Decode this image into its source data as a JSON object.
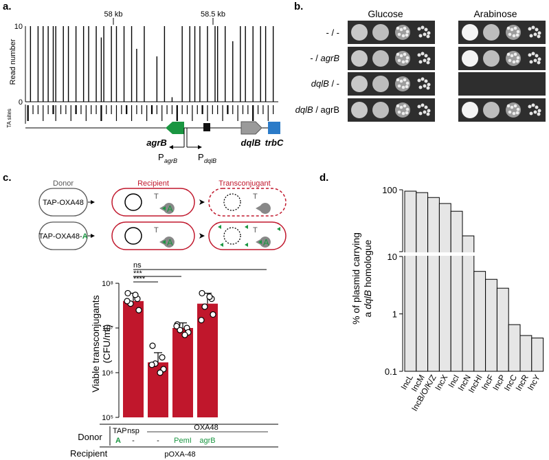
{
  "panel_a": {
    "label": "a.",
    "ticks": [
      "58 kb",
      "58.5 kb"
    ],
    "y_max": "10",
    "y_min": "0",
    "ylabel": "Read number",
    "ta_label": "TA sites",
    "gene_agrB": "agrB",
    "gene_dqlB": "dqlB",
    "gene_trbC": "trbC",
    "promoter_P": "P",
    "promoter_agrB": "agrB",
    "promoter_dqlB": "dqlB",
    "read_bars": [
      {
        "x": 0.02,
        "v": 10
      },
      {
        "x": 0.05,
        "v": 10
      },
      {
        "x": 0.07,
        "v": 10
      },
      {
        "x": 0.09,
        "v": 10
      },
      {
        "x": 0.11,
        "v": 10
      },
      {
        "x": 0.12,
        "v": 10
      },
      {
        "x": 0.15,
        "v": 10
      },
      {
        "x": 0.17,
        "v": 10
      },
      {
        "x": 0.2,
        "v": 10
      },
      {
        "x": 0.23,
        "v": 10
      },
      {
        "x": 0.25,
        "v": 10
      },
      {
        "x": 0.28,
        "v": 10
      },
      {
        "x": 0.3,
        "v": 8.5
      },
      {
        "x": 0.31,
        "v": 10
      },
      {
        "x": 0.34,
        "v": 10
      },
      {
        "x": 0.36,
        "v": 10
      },
      {
        "x": 0.39,
        "v": 10
      },
      {
        "x": 0.42,
        "v": 10
      },
      {
        "x": 0.44,
        "v": 7
      },
      {
        "x": 0.47,
        "v": 10
      },
      {
        "x": 0.52,
        "v": 6
      },
      {
        "x": 0.55,
        "v": 10
      },
      {
        "x": 0.58,
        "v": 0.6
      },
      {
        "x": 0.62,
        "v": 10
      },
      {
        "x": 0.65,
        "v": 10
      },
      {
        "x": 0.67,
        "v": 10
      },
      {
        "x": 0.69,
        "v": 10
      },
      {
        "x": 0.72,
        "v": 10
      },
      {
        "x": 0.75,
        "v": 10
      },
      {
        "x": 0.76,
        "v": 10
      },
      {
        "x": 0.79,
        "v": 10
      },
      {
        "x": 0.82,
        "v": 8
      },
      {
        "x": 0.85,
        "v": 10
      },
      {
        "x": 0.87,
        "v": 10
      },
      {
        "x": 0.9,
        "v": 10
      },
      {
        "x": 0.93,
        "v": 10
      },
      {
        "x": 0.95,
        "v": 10
      },
      {
        "x": 0.98,
        "v": 10
      }
    ],
    "ta_sites": [
      0.01,
      0.03,
      0.05,
      0.07,
      0.09,
      0.11,
      0.12,
      0.14,
      0.16,
      0.18,
      0.2,
      0.22,
      0.24,
      0.26,
      0.28,
      0.3,
      0.32,
      0.34,
      0.36,
      0.38,
      0.4,
      0.42,
      0.44,
      0.46,
      0.48,
      0.5,
      0.52,
      0.54,
      0.56,
      0.58,
      0.6,
      0.62,
      0.64,
      0.66,
      0.68,
      0.7,
      0.72,
      0.74,
      0.76,
      0.78,
      0.8,
      0.82,
      0.84,
      0.86,
      0.88,
      0.9,
      0.92,
      0.94,
      0.96,
      0.98
    ]
  },
  "panel_b": {
    "label": "b.",
    "col_glucose": "Glucose",
    "col_arabinose": "Arabinose",
    "rows": [
      {
        "p1": "- / -",
        "p2": "",
        "arabinose_growth": true
      },
      {
        "p1": "- / ",
        "p2": "agrB",
        "arabinose_growth": true
      },
      {
        "p1": "dqlB",
        "p2": " / -",
        "arabinose_growth": false
      },
      {
        "p1": "dqlB",
        "p2": " / agrB",
        "arabinose_growth": true
      }
    ]
  },
  "panel_c": {
    "label": "c.",
    "donor": "Donor",
    "recipient": "Recipient",
    "transconjugant": "Transconjugant",
    "tap_oxa48": "TAP-OXA48",
    "tap_oxa48_a_prefix": "TAP-OXA48-",
    "tap_oxa48_a_suffix": "A",
    "T": "T",
    "A": "A",
    "ylabel_1": "Viable transconjugants",
    "ylabel_2": "(CFU/ml)",
    "yticks": [
      "10⁸",
      "10⁷",
      "10⁶",
      "10⁵"
    ],
    "sig": [
      "ns",
      "***",
      "****"
    ],
    "table": {
      "donor": "Donor",
      "tap": "TAP",
      "a": "A",
      "recipient": "Recipient",
      "nsp": "nsp",
      "oxa48": "OXA48",
      "dash": "-",
      "peml": "PemI",
      "agrb": "agrB",
      "poxa48": "pOXA-48"
    }
  },
  "chart_data": {
    "type": "bar",
    "categories": [
      "nsp / -",
      "OXA48 / -",
      "OXA48 / PemI",
      "OXA48 / agrB"
    ],
    "values": [
      40000000,
      1700000,
      10000000,
      35000000
    ],
    "error_upper": [
      60000000,
      2800000,
      13000000,
      60000000
    ],
    "points": [
      [
        60000000,
        45000000,
        35000000,
        25000000,
        40000000,
        55000000
      ],
      [
        4000000,
        2200000,
        1600000,
        1200000,
        1500000,
        1000000
      ],
      [
        12000000,
        10000000,
        9000000,
        8000000,
        11000000,
        7000000
      ],
      [
        60000000,
        45000000,
        30000000,
        20000000,
        15000000,
        50000000
      ]
    ],
    "ylabel": "Viable transconjugants (CFU/ml)",
    "yscale": "log",
    "ylim": [
      100000,
      100000000
    ],
    "bar_color": "#c0172c"
  },
  "panel_d": {
    "label": "d.",
    "ylabel_1": "% of plasmid carrying",
    "ylabel_2_pre": "a ",
    "ylabel_2_italic": "dqlB",
    "ylabel_2_post": " homologue",
    "yticks": [
      "100",
      "10",
      "1",
      "0.1"
    ],
    "chart_data": {
      "type": "bar",
      "categories": [
        "IncL",
        "IncM",
        "IncB/O/K/Z",
        "IncX",
        "IncI",
        "IncN",
        "IncHI",
        "IncF",
        "IncP",
        "IncC",
        "IncR",
        "IncY"
      ],
      "values": [
        95,
        90,
        75,
        60,
        45,
        18,
        5.5,
        4,
        2.8,
        0.65,
        0.42,
        0.38
      ],
      "yscale": "log",
      "ylim": [
        0.1,
        100
      ]
    }
  }
}
